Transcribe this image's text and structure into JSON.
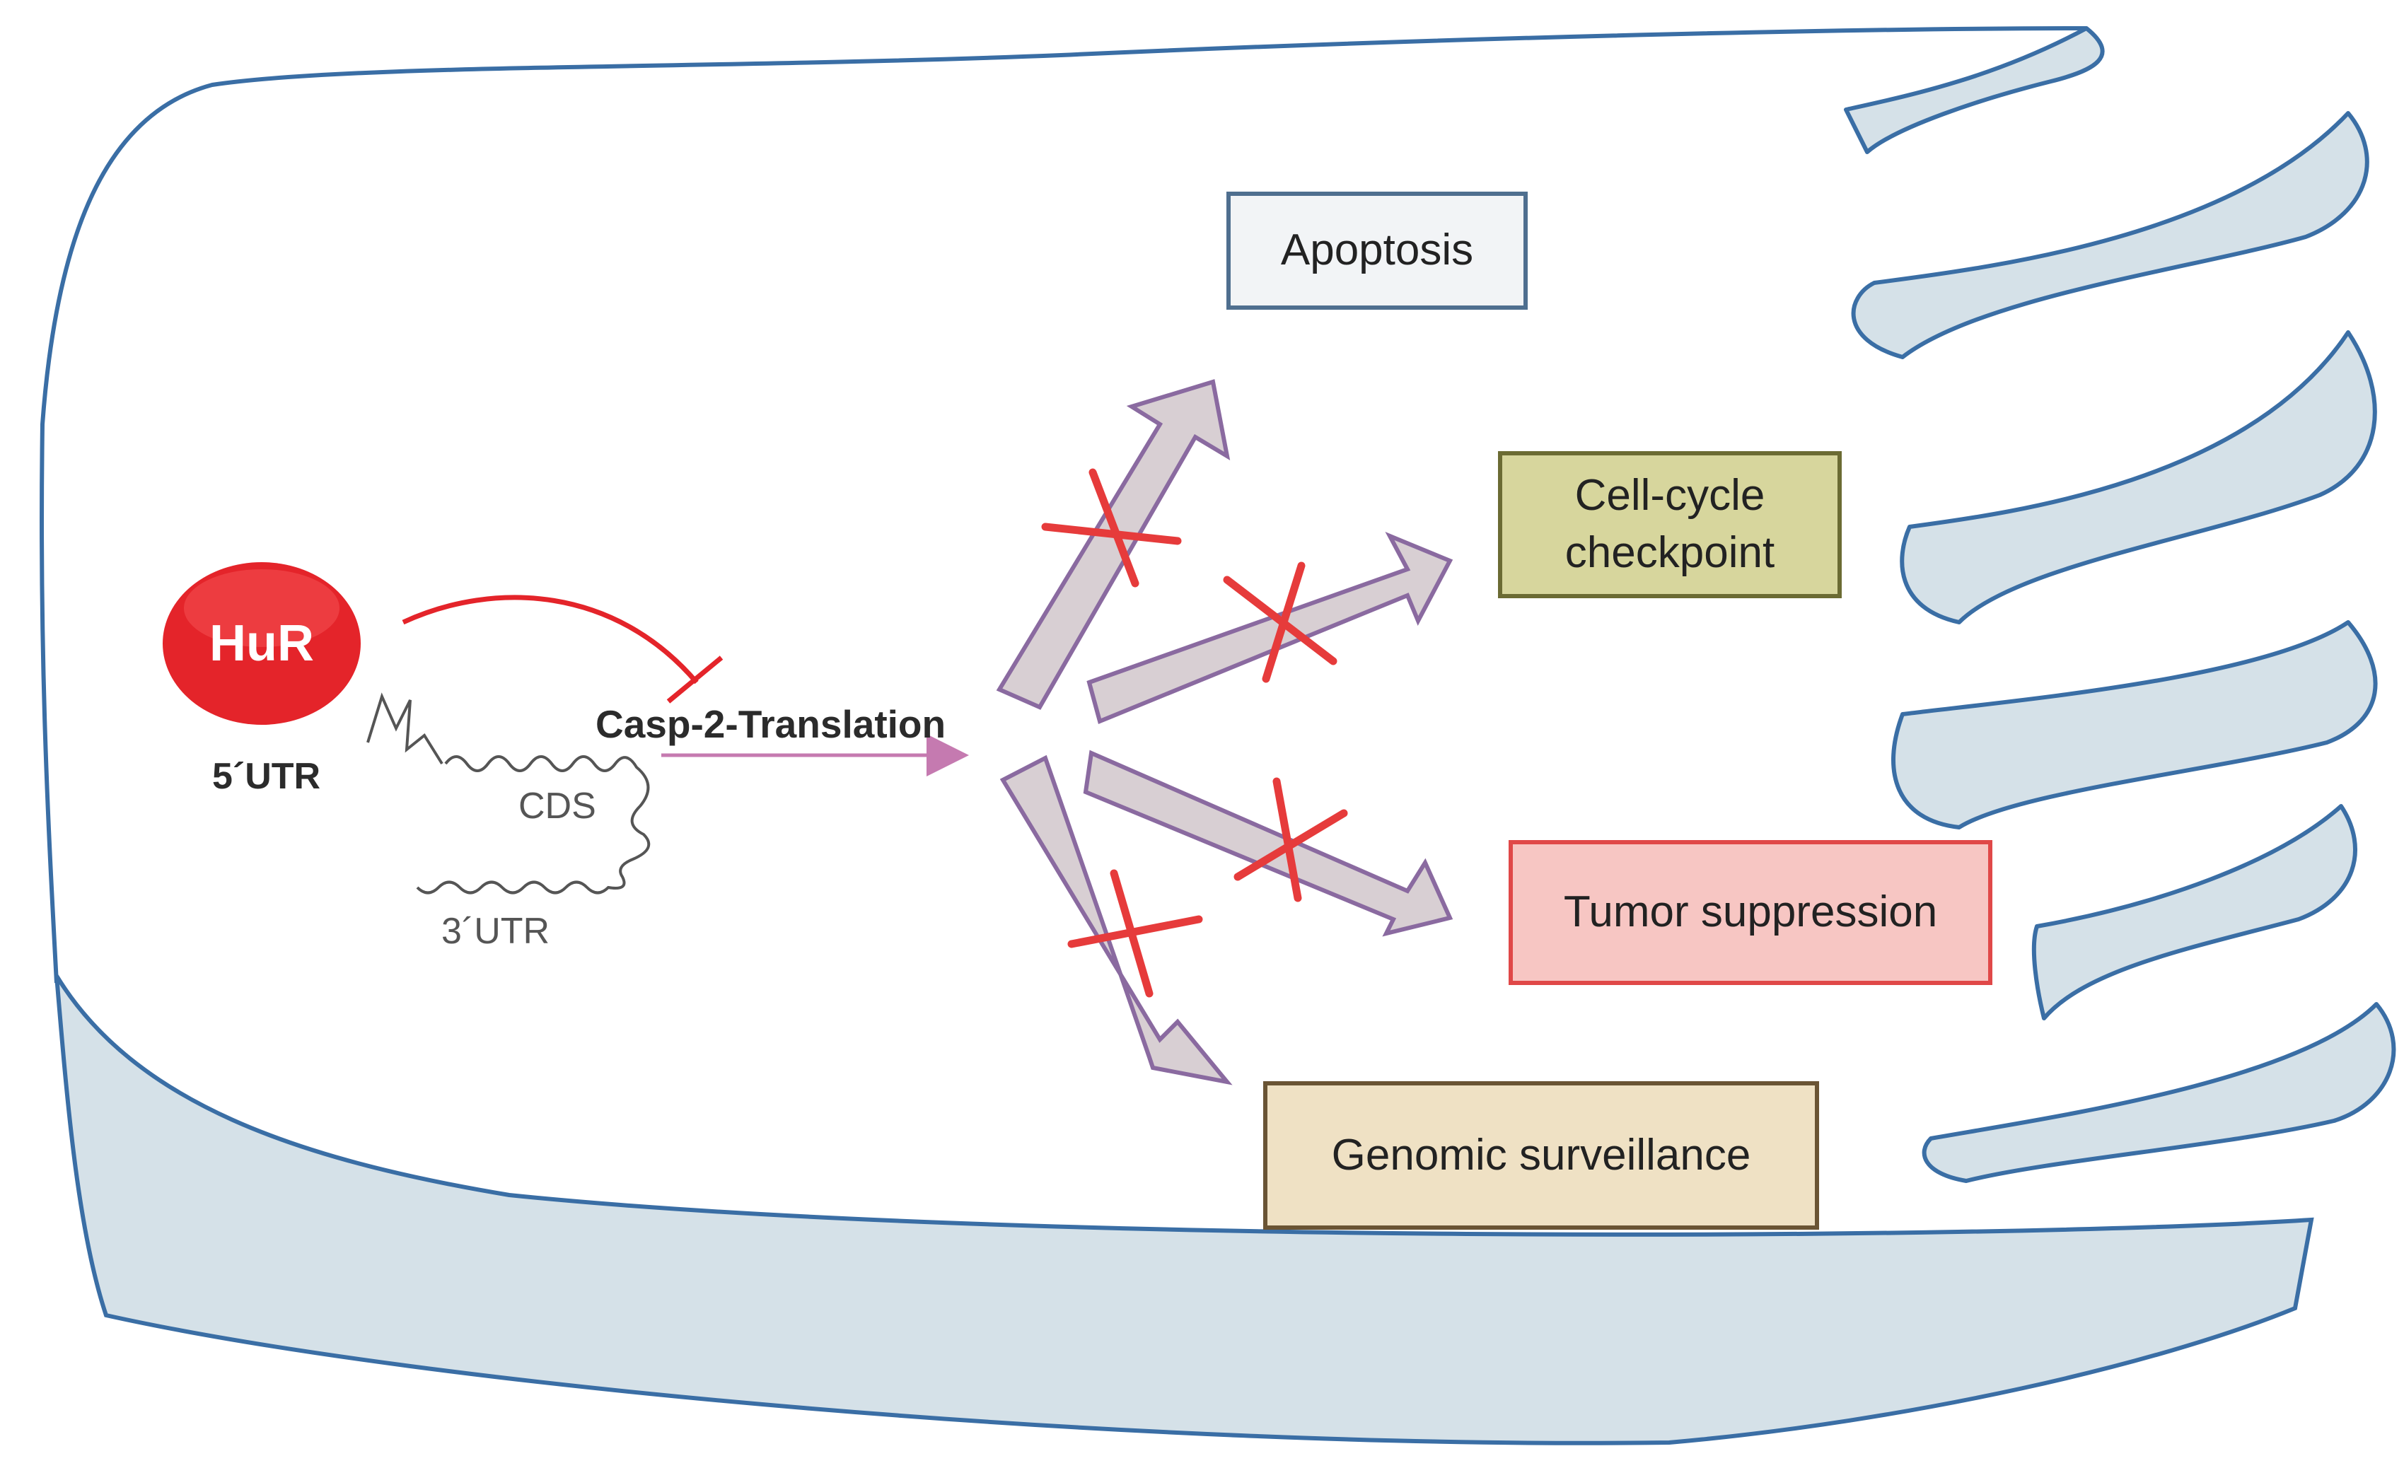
{
  "colors": {
    "cell_outline": "#3a6ea5",
    "cell_fill": "#d5e1e8",
    "hur_red": "#e4242a",
    "arrow_fill": "#d8cfd3",
    "arrow_stroke": "#8a6aa0",
    "block_x": "#e63b3b",
    "translation_arrow": "#c57ab0"
  },
  "regulator": {
    "label": "HuR",
    "shape": "red-ellipse"
  },
  "mrna": {
    "utr5_label": "5´UTR",
    "cds_label": "CDS",
    "utr3_label": "3´UTR"
  },
  "translation": {
    "label": "Casp-2-Translation"
  },
  "outcomes": {
    "apoptosis": {
      "lines": [
        "Apoptosis"
      ],
      "fill": "#f2f4f6"
    },
    "cell_cycle": {
      "lines": [
        "Cell-cycle",
        "checkpoint"
      ],
      "fill": "#d7d69d"
    },
    "tumor": {
      "lines": [
        "Tumor suppression"
      ],
      "fill": "#f7c6c3"
    },
    "genomic": {
      "lines": [
        "Genomic surveillance"
      ],
      "fill": "#efe1c4"
    }
  }
}
